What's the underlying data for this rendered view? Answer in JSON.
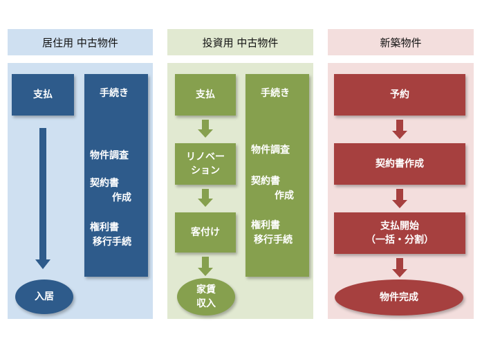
{
  "colors": {
    "blue_bg": "#cfe0f1",
    "blue": "#2e5b8b",
    "green_bg": "#e1e9d1",
    "green": "#86a04e",
    "red_bg": "#f3dedd",
    "red": "#a6403f"
  },
  "columns": [
    {
      "header": "居住用 中古物件",
      "flow": [
        "支払",
        "入居"
      ],
      "procedures": {
        "title": "手続き",
        "items": [
          "物件調査",
          "契約書",
          "作成",
          "権利書",
          "移行手続"
        ]
      }
    },
    {
      "header": "投資用 中古物件",
      "flow": [
        "支払",
        "リノベー",
        "ション",
        "客付け",
        "家賃",
        "収入"
      ],
      "procedures": {
        "title": "手続き",
        "items": [
          "物件調査",
          "契約書",
          "作成",
          "権利書",
          "移行手続"
        ]
      }
    },
    {
      "header": "新築物件",
      "flow": [
        "予約",
        "契約書作成",
        "支払開始",
        "（一括・分割）",
        "物件完成"
      ]
    }
  ]
}
